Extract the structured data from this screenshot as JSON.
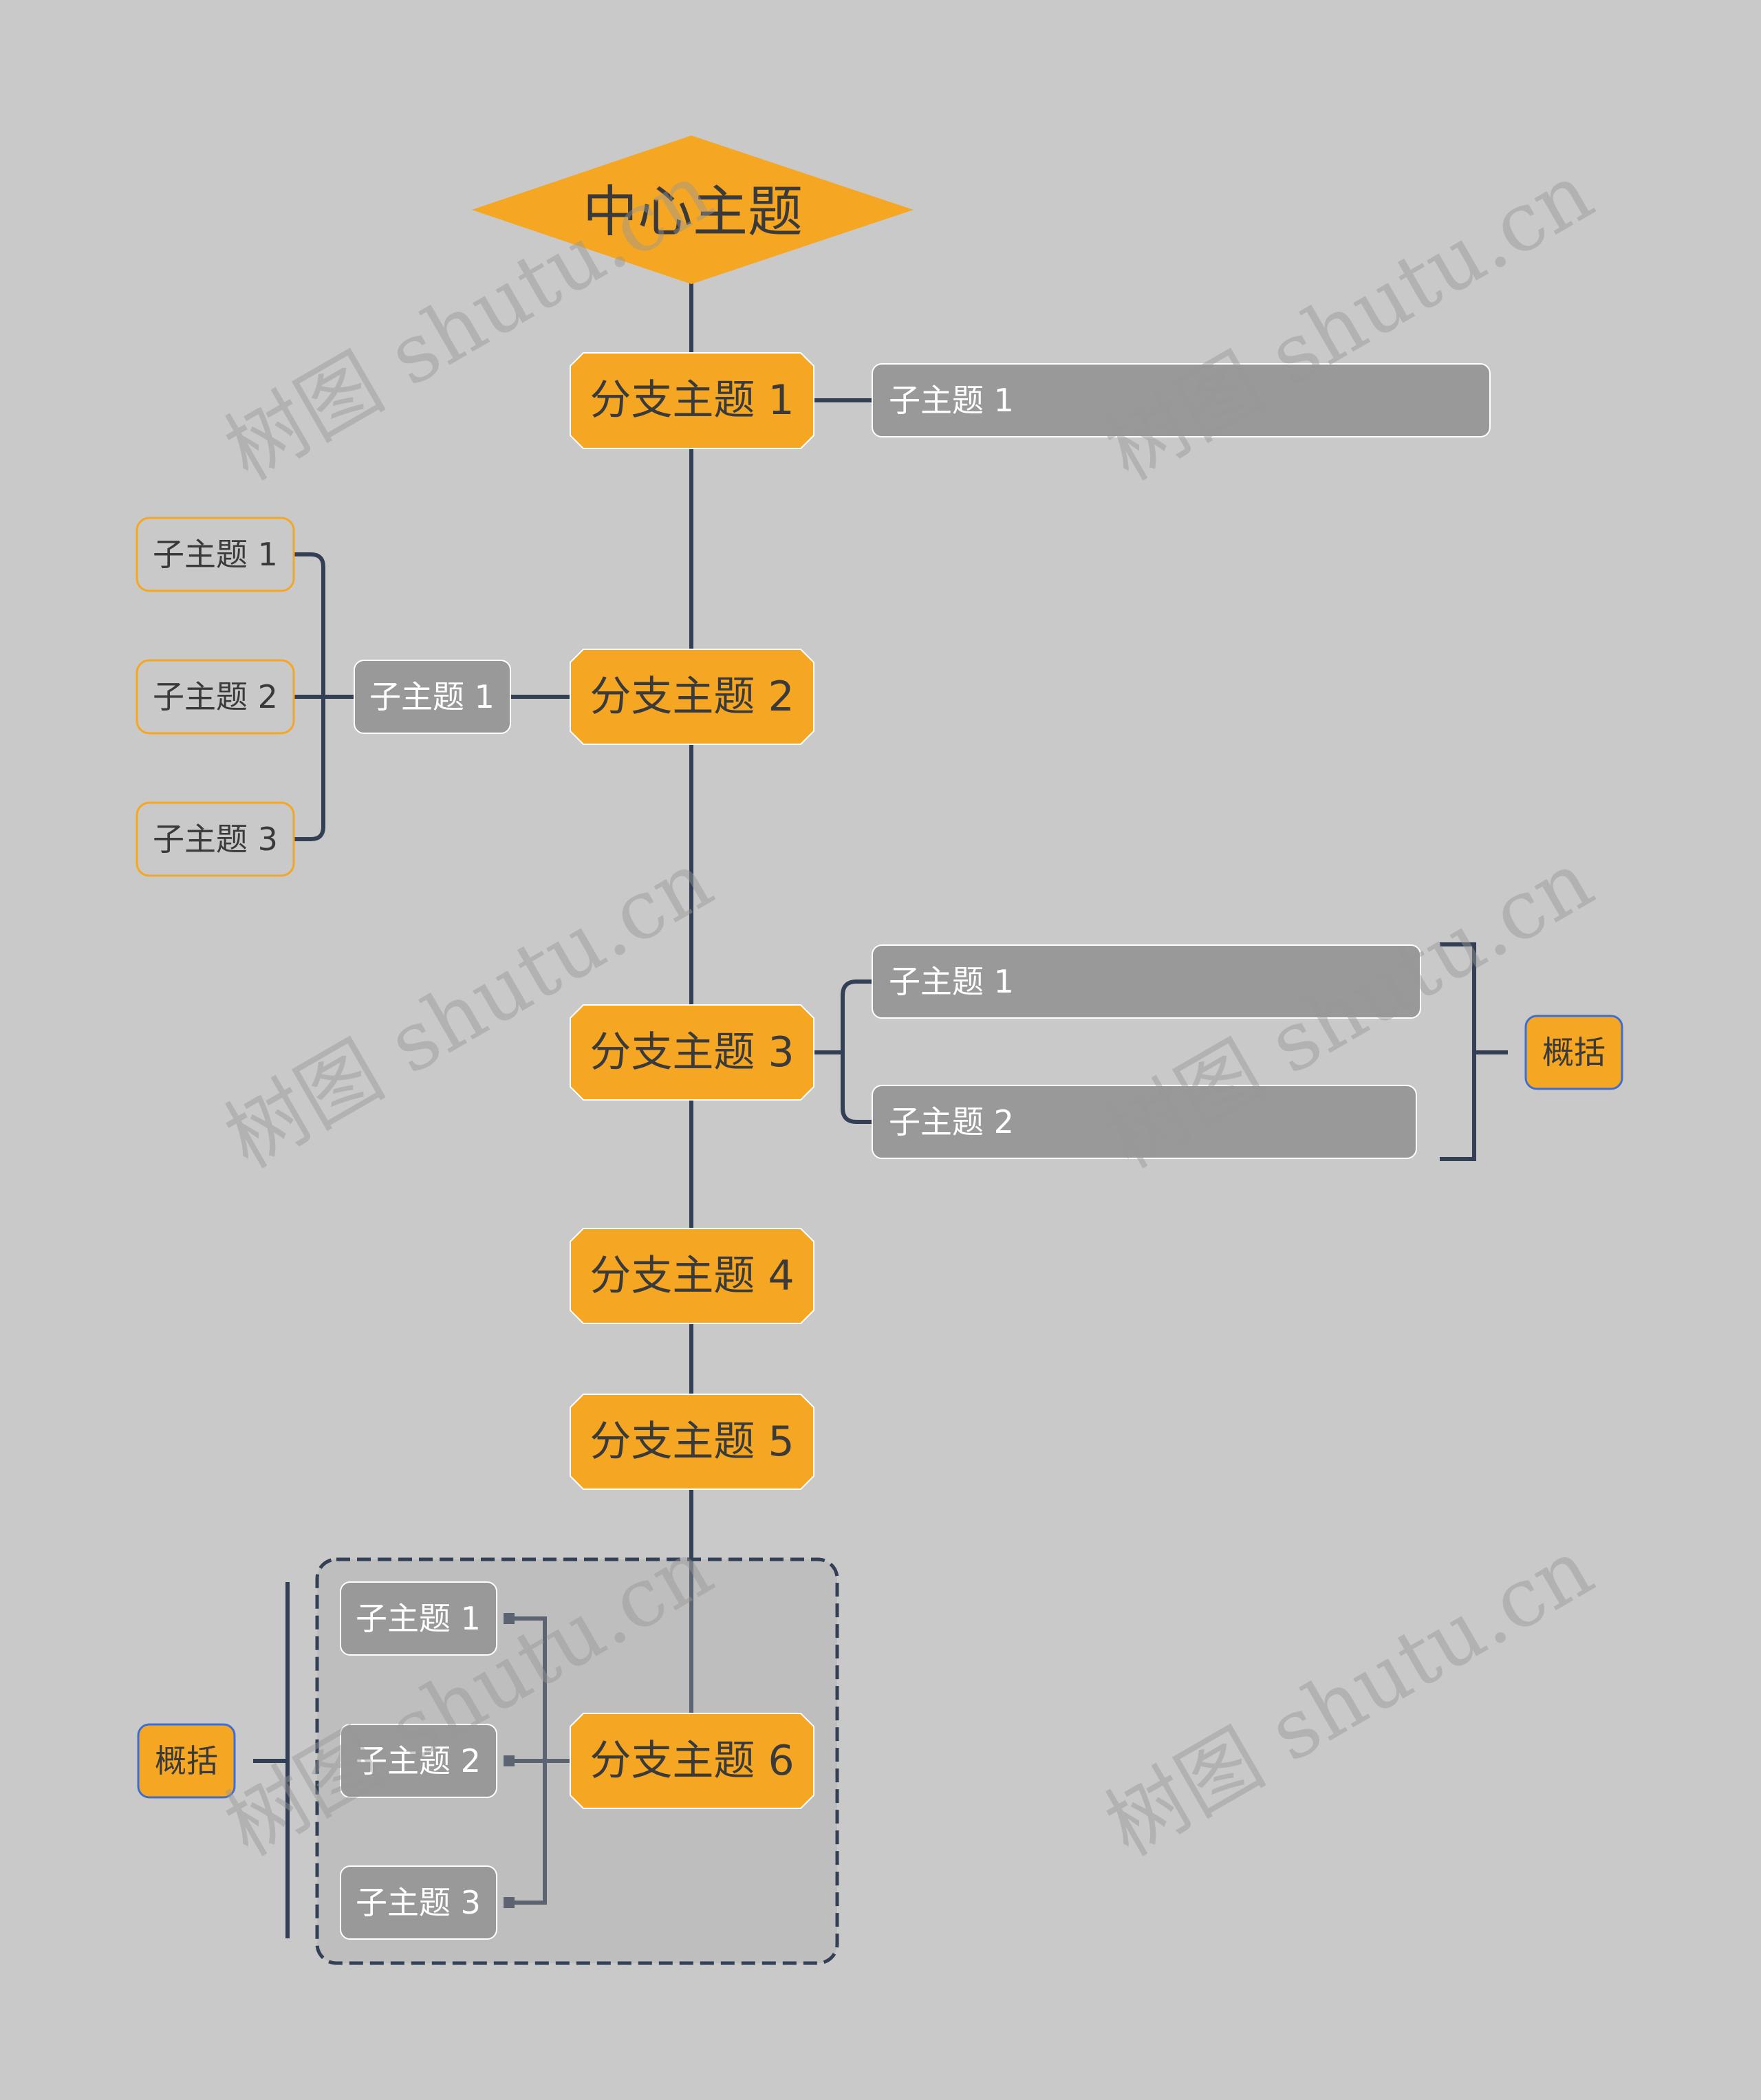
{
  "central": {
    "label": "中心主题"
  },
  "branches": [
    {
      "label": "分支主题 1",
      "children": [
        {
          "label": "子主题 1"
        }
      ]
    },
    {
      "label": "分支主题 2",
      "children": [
        {
          "label": "子主题 1",
          "children": [
            {
              "label": "子主题 1"
            },
            {
              "label": "子主题 2"
            },
            {
              "label": "子主题 3"
            }
          ]
        }
      ]
    },
    {
      "label": "分支主题 3",
      "children": [
        {
          "label": "子主题 1"
        },
        {
          "label": "子主题 2"
        }
      ],
      "summary": "概括"
    },
    {
      "label": "分支主题 4"
    },
    {
      "label": "分支主题 5"
    },
    {
      "label": "分支主题 6",
      "children": [
        {
          "label": "子主题 1"
        },
        {
          "label": "子主题 2"
        },
        {
          "label": "子主题 3"
        }
      ],
      "summary": "概括"
    }
  ],
  "watermark": "树图 shutu.cn",
  "colors": {
    "background": "#c9c9c9",
    "branch_fill": "#f5a623",
    "node_text": "#3a3a3a",
    "subtopic_fill": "#999999",
    "subtopic_text": "#ffffff",
    "line": "#333f55",
    "summary_border": "#3d6fd1"
  }
}
